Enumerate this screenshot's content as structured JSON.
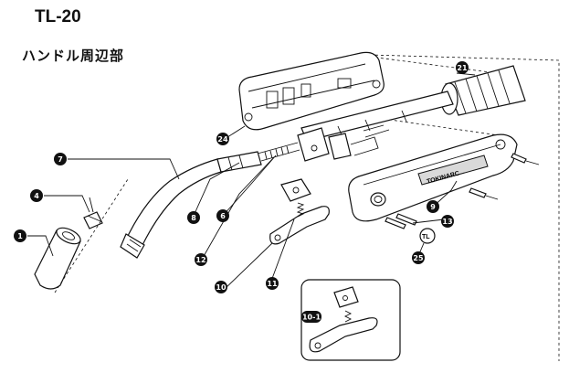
{
  "header": {
    "model": "TL-20",
    "section_title": "ハンドル周辺部"
  },
  "parts": [
    {
      "id": "p1",
      "label": "1"
    },
    {
      "id": "p4",
      "label": "4"
    },
    {
      "id": "p7",
      "label": "7"
    },
    {
      "id": "p8",
      "label": "8"
    },
    {
      "id": "p6",
      "label": "6"
    },
    {
      "id": "p12",
      "label": "12"
    },
    {
      "id": "p10",
      "label": "10"
    },
    {
      "id": "p11",
      "label": "11"
    },
    {
      "id": "p24",
      "label": "24"
    },
    {
      "id": "p21",
      "label": "21"
    },
    {
      "id": "p9",
      "label": "9"
    },
    {
      "id": "p13",
      "label": "13"
    },
    {
      "id": "p25",
      "label": "25"
    },
    {
      "id": "p10_1",
      "label": "10-1"
    }
  ],
  "handle_logo": "TOKINARC",
  "small_part_mark": "TL",
  "colors": {
    "line": "#111111",
    "callout_fill": "#111111",
    "callout_text": "#ffffff",
    "shade": "#d9d9d9"
  }
}
